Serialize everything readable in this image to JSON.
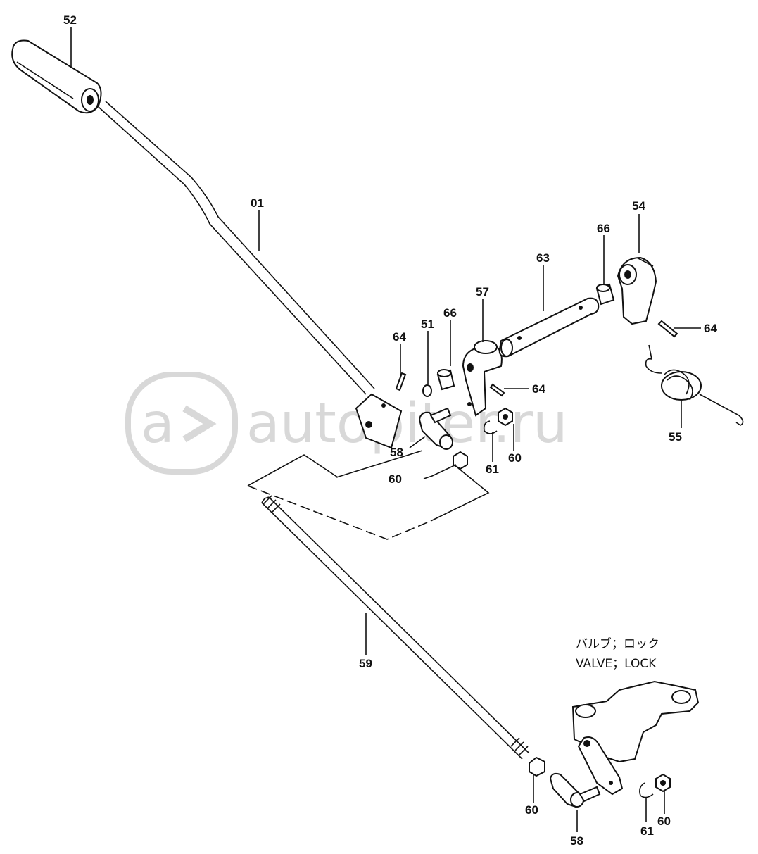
{
  "watermark": {
    "text": "autopiter.ru"
  },
  "note": {
    "jp": "バルブ；ロック",
    "en": "VALVE；LOCK"
  },
  "labels": {
    "p52": "52",
    "p01": "01",
    "p54": "54",
    "p66a": "66",
    "p63": "63",
    "p57": "57",
    "p51": "51",
    "p66b": "66",
    "p64a": "64",
    "p64b": "64",
    "p64c": "64",
    "p55": "55",
    "p58a": "58",
    "p60a": "60",
    "p61a": "61",
    "p60b": "60",
    "p59": "59",
    "p60c": "60",
    "p58b": "58",
    "p61b": "61",
    "p60d": "60"
  }
}
